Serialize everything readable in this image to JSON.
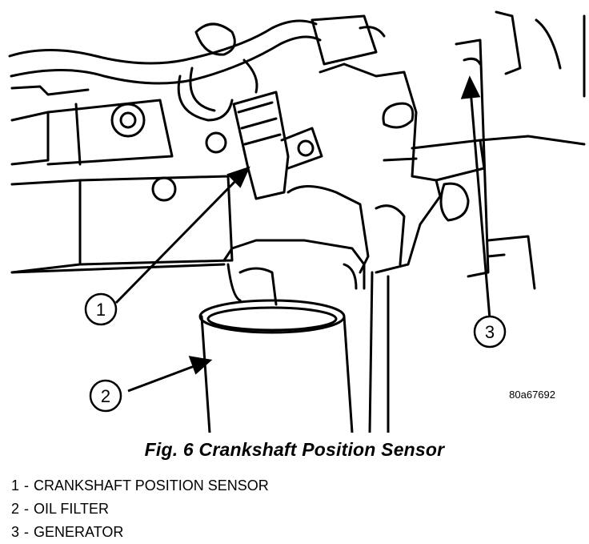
{
  "figure": {
    "code": "80a67692",
    "callouts": [
      {
        "number": "1"
      },
      {
        "number": "2"
      },
      {
        "number": "3"
      }
    ]
  },
  "caption": "Fig. 6 Crankshaft Position Sensor",
  "legend": [
    {
      "number": "1",
      "sep": "-",
      "text": "CRANKSHAFT POSITION SENSOR"
    },
    {
      "number": "2",
      "sep": "-",
      "text": "OIL FILTER"
    },
    {
      "number": "3",
      "sep": "-",
      "text": "GENERATOR"
    }
  ]
}
